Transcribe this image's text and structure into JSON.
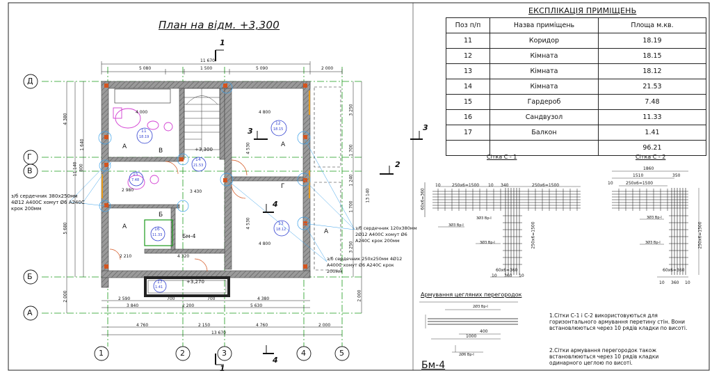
{
  "plan": {
    "title": "План на відм. +3,300",
    "axes_horizontal": [
      "1",
      "2",
      "3",
      "4",
      "5"
    ],
    "axes_vertical": [
      "Д",
      "Г",
      "В",
      "Б",
      "А"
    ],
    "top_total": "11 670",
    "top_dims": [
      "5 080",
      "1 500",
      "5 090",
      "2 000"
    ],
    "bottom_dims_1": [
      "2 590",
      "700",
      "700"
    ],
    "bottom_dims_2": [
      "3 840",
      "2 200",
      "5 630"
    ],
    "bottom_dims_3": [
      "4 760",
      "2 150",
      "4 760",
      "2 000"
    ],
    "bottom_total": "13 670",
    "left_dims": [
      "4 380",
      "1 640",
      "800",
      "5 680",
      "2 000",
      "11 140"
    ],
    "right_dims": [
      "3 250",
      "1 700",
      "1 240",
      "1 700",
      "3 250",
      "2 000",
      "13 140"
    ],
    "room_dims": [
      "4 000",
      "4 800",
      "2 980",
      "3 430",
      "4 530",
      "4 800",
      "4 320",
      "2 210",
      "4 380",
      "4 530"
    ],
    "level_mark": "+3,300",
    "level_mark_2": "+3,270",
    "room_tags": [
      "11",
      "12",
      "13",
      "14",
      "15",
      "16",
      "17"
    ],
    "room_areas": [
      "18.19",
      "18.15",
      "18.12",
      "21.53",
      "7.48",
      "11.33",
      "1.41"
    ],
    "section_labels": [
      "1",
      "1",
      "3",
      "3",
      "2",
      "4",
      "4"
    ],
    "wall_marks": [
      "А",
      "А",
      "А",
      "А",
      "Б",
      "В",
      "Г"
    ],
    "bm_label": "Бм-4",
    "notes": [
      "з/б сердечник 380x250мм 4Ø12 А400С хомут Ø6 А240С крок 200мм",
      "з/б сердечник 120x380мм 2Ø12 А400С хомут Ø6 А240С крок 200мм",
      "з/б сердечник 250x250мм 4Ø12 А400С хомут Ø6 А240С крок 200мм"
    ]
  },
  "explication": {
    "title": "ЕКСПЛІКАЦІЯ ПРИМІЩЕНЬ",
    "headers": [
      "Поз п/п",
      "Назва приміщень",
      "Площа м.кв."
    ],
    "rows": [
      {
        "pos": "11",
        "name": "Коридор",
        "area": "18.19"
      },
      {
        "pos": "12",
        "name": "Кімната",
        "area": "18.15"
      },
      {
        "pos": "13",
        "name": "Кімната",
        "area": "18.12"
      },
      {
        "pos": "14",
        "name": "Кімната",
        "area": "21.53"
      },
      {
        "pos": "15",
        "name": "Гардероб",
        "area": "7.48"
      },
      {
        "pos": "16",
        "name": "Сандвузол",
        "area": "11.33"
      },
      {
        "pos": "17",
        "name": "Балкон",
        "area": "1.41"
      }
    ],
    "total": "96.21"
  },
  "mesh": {
    "c1_title": "Сітка С - 1",
    "c2_title": "Сітка С - 2",
    "c1_dims": [
      "250x6=1500",
      "340",
      "250x6=1500",
      "250x6=1500",
      "10",
      "10",
      "60x6=360"
    ],
    "c2_dims": [
      "1860",
      "1510",
      "350",
      "250x6=1500",
      "250x6=1500",
      "10"
    ],
    "bar_labels": [
      "3Ø3 Вр-I"
    ],
    "reinf_title": "Армування цегляних перегородок",
    "reinf_dims": [
      "400",
      "1000",
      "2Ø3 Вр-I",
      "2Ø6 Вр-I"
    ],
    "bottom_dims": [
      "60x6=360",
      "10",
      "360",
      "10"
    ],
    "note_1": "1.Сітки С-1 і С-2 використовуються для горизонтального армування перетину стін. Вони встановлюються через 10 рядів кладки по висоті.",
    "note_2": "2.Сітки армування перегородок також встановлюються через 10 рядів кладки одинарного цеглою по висоті.",
    "bm_title": "Бм-4"
  },
  "colors": {
    "wall": "#7f7f7f",
    "axis": "#1a9a1a",
    "annotation": "#2f3fd0",
    "leader": "#3aa0e8",
    "column": "#d4541e",
    "fixture": "#d23cd2",
    "dimension": "#1a1a1a"
  }
}
